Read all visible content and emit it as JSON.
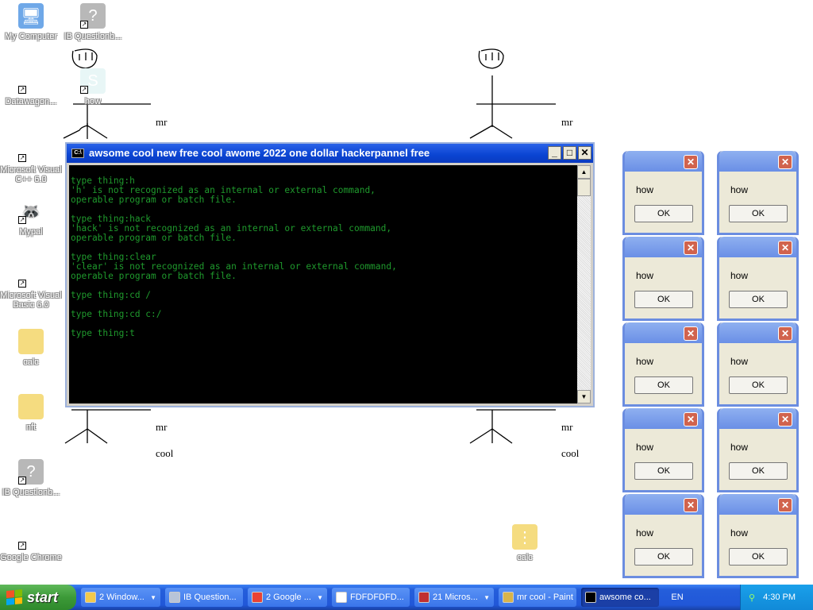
{
  "desktop": {
    "icons": [
      {
        "label": "My Computer",
        "icon": "my-computer-icon"
      },
      {
        "label": "IB Questionb...",
        "icon": "unknown-file-icon"
      },
      {
        "label": "Datawagon...",
        "icon": "datawagon-icon"
      },
      {
        "label": "how",
        "icon": "script-file-icon"
      },
      {
        "label": "Microsoft Visual C++ 6.0",
        "icon": "visual-cpp-icon"
      },
      {
        "label": "Mypal",
        "icon": "mypal-raccoon-icon"
      },
      {
        "label": "Microsoft Visual Basic 6.0",
        "icon": "visual-basic-icon"
      },
      {
        "label": "calc",
        "icon": "folder-icon"
      },
      {
        "label": "nft",
        "icon": "folder-icon"
      },
      {
        "label": "IB Questionb...",
        "icon": "unknown-file-icon"
      },
      {
        "label": "Google Chrome",
        "icon": "chrome-icon"
      },
      {
        "label": "calc",
        "icon": "zip-folder-icon"
      }
    ],
    "drawing_words": {
      "mr": "mr",
      "cool": "cool"
    }
  },
  "console": {
    "title": "awsome cool new free cool awome 2022 one dollar hackerpannel free",
    "lines": [
      "type thing:h",
      "'h' is not recognized as an internal or external command,",
      "operable program or batch file.",
      "",
      "type thing:hack",
      "'hack' is not recognized as an internal or external command,",
      "operable program or batch file.",
      "",
      "type thing:clear",
      "'clear' is not recognized as an internal or external command,",
      "operable program or batch file.",
      "",
      "type thing:cd /",
      "",
      "type thing:cd c:/",
      "",
      "type thing:t"
    ],
    "text_color": "#1f9a2d"
  },
  "message_box": {
    "message": "how",
    "ok_label": "OK",
    "close_glyph": "✕"
  },
  "taskbar": {
    "start_label": "start",
    "items": [
      {
        "label": "2 Window...",
        "group": true,
        "color": "#f2c94c"
      },
      {
        "label": "IB Question...",
        "group": false,
        "color": "#b8c4d8"
      },
      {
        "label": "2 Google ...",
        "group": true,
        "color": "#e94235"
      },
      {
        "label": "FDFDFDFD...",
        "group": false,
        "color": "#ffffff"
      },
      {
        "label": "21 Micros...",
        "group": true,
        "color": "#c03030"
      },
      {
        "label": "mr cool - Paint",
        "group": false,
        "color": "#d9b44a"
      },
      {
        "label": "awsome co...",
        "group": false,
        "color": "#000000",
        "active": true
      }
    ],
    "language": "EN",
    "clock": "4:30 PM"
  }
}
